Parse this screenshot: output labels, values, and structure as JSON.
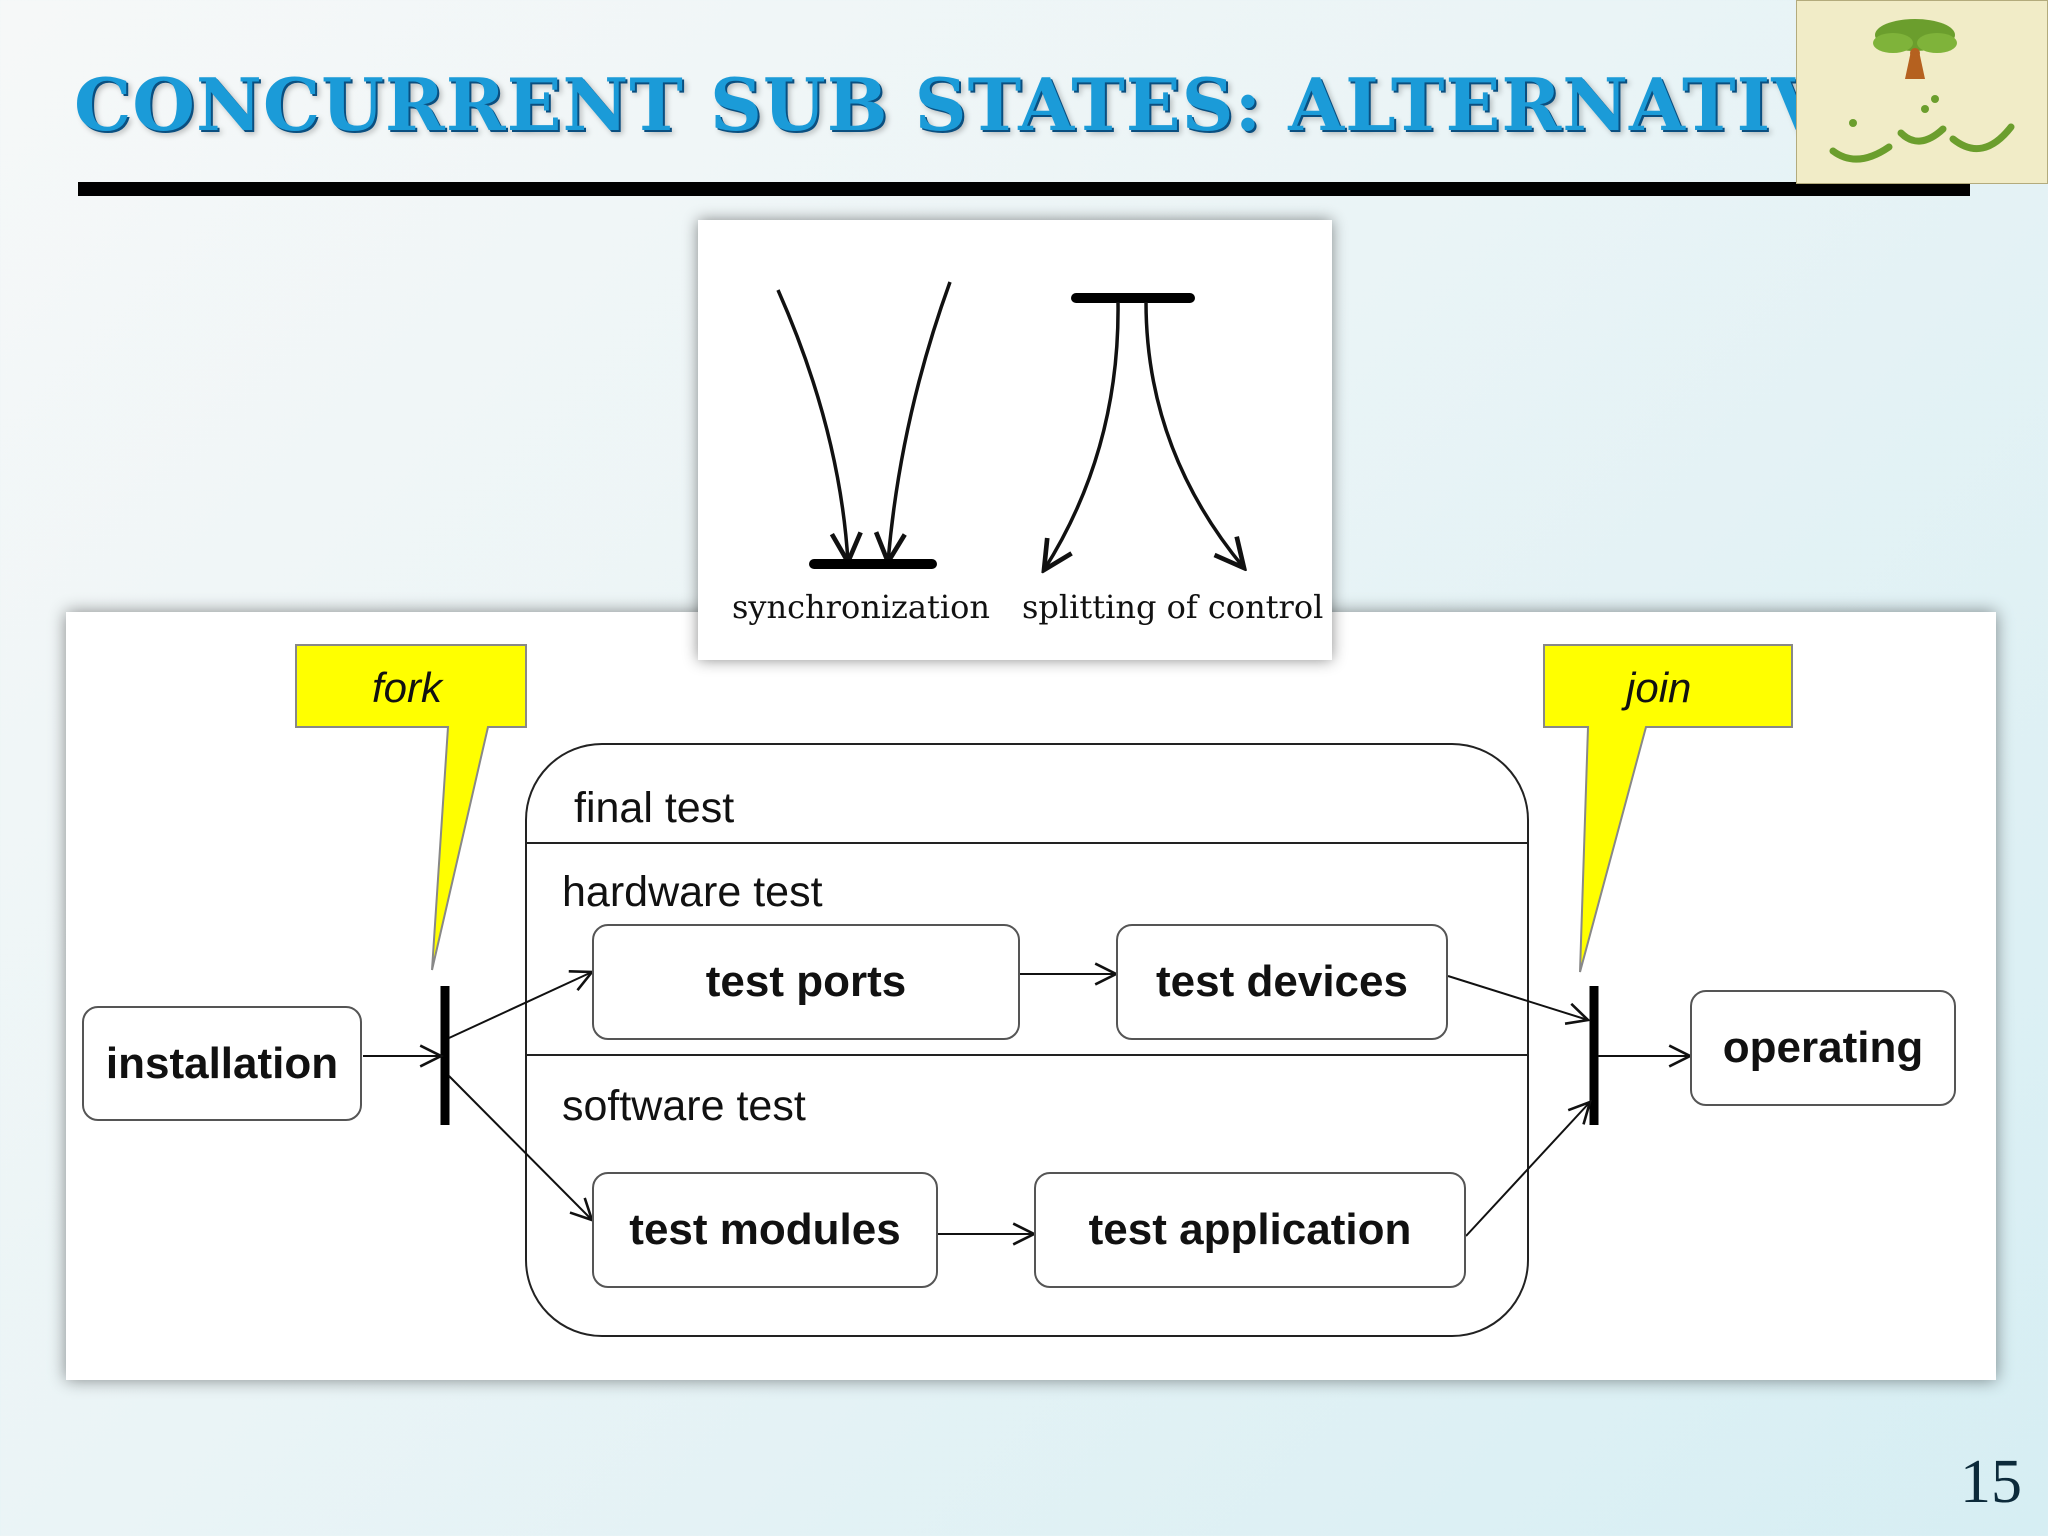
{
  "slide": {
    "title": "CONCURRENT SUB STATES: ALTERNATIVE",
    "page_number": "15"
  },
  "notation": {
    "sync_label": "synchronization",
    "split_label": "splitting of control"
  },
  "callouts": {
    "fork": "fork",
    "join": "join"
  },
  "states": {
    "installation": "installation",
    "operating": "operating",
    "final_test": "final test",
    "hardware_test": "hardware test",
    "software_test": "software test",
    "test_ports": "test ports",
    "test_devices": "test devices",
    "test_modules": "test modules",
    "test_application": "test application"
  },
  "colors": {
    "title": "#1b9bd8",
    "callout_fill": "#ffff00",
    "logo_tree": "#6b9e2d",
    "logo_trunk": "#b5611f"
  }
}
